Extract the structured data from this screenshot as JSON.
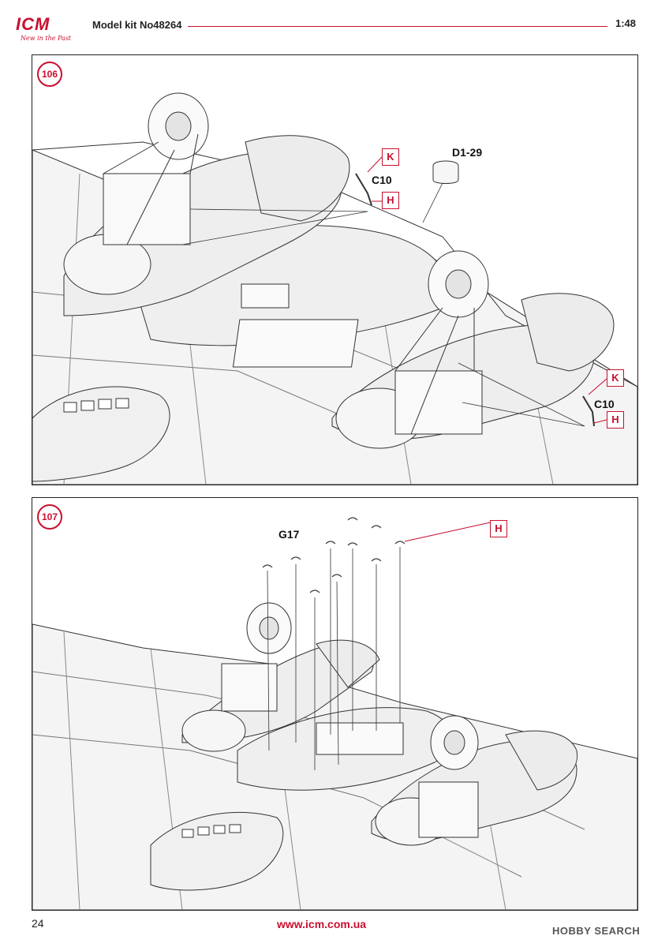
{
  "header": {
    "logo_text": "ICM",
    "logo_tagline": "New in the Past",
    "kit_title": "Model kit No48264",
    "scale": "1:48"
  },
  "steps": [
    {
      "number": "106",
      "parts": [
        {
          "id": "d1_29",
          "label": "D1-29"
        },
        {
          "id": "c10_left",
          "label": "C10"
        },
        {
          "id": "c10_right",
          "label": "C10"
        }
      ],
      "refs": [
        {
          "id": "k_left",
          "label": "K"
        },
        {
          "id": "h_left",
          "label": "H"
        },
        {
          "id": "k_right",
          "label": "K"
        },
        {
          "id": "h_right",
          "label": "H"
        }
      ]
    },
    {
      "number": "107",
      "parts": [
        {
          "id": "g17",
          "label": "G17"
        }
      ],
      "refs": [
        {
          "id": "h_top",
          "label": "H"
        }
      ]
    }
  ],
  "footer": {
    "page_number": "24",
    "url": "www.icm.com.ua",
    "watermark": "HOBBY SEARCH"
  },
  "colors": {
    "accent_red": "#c8102e",
    "line": "#222222"
  }
}
